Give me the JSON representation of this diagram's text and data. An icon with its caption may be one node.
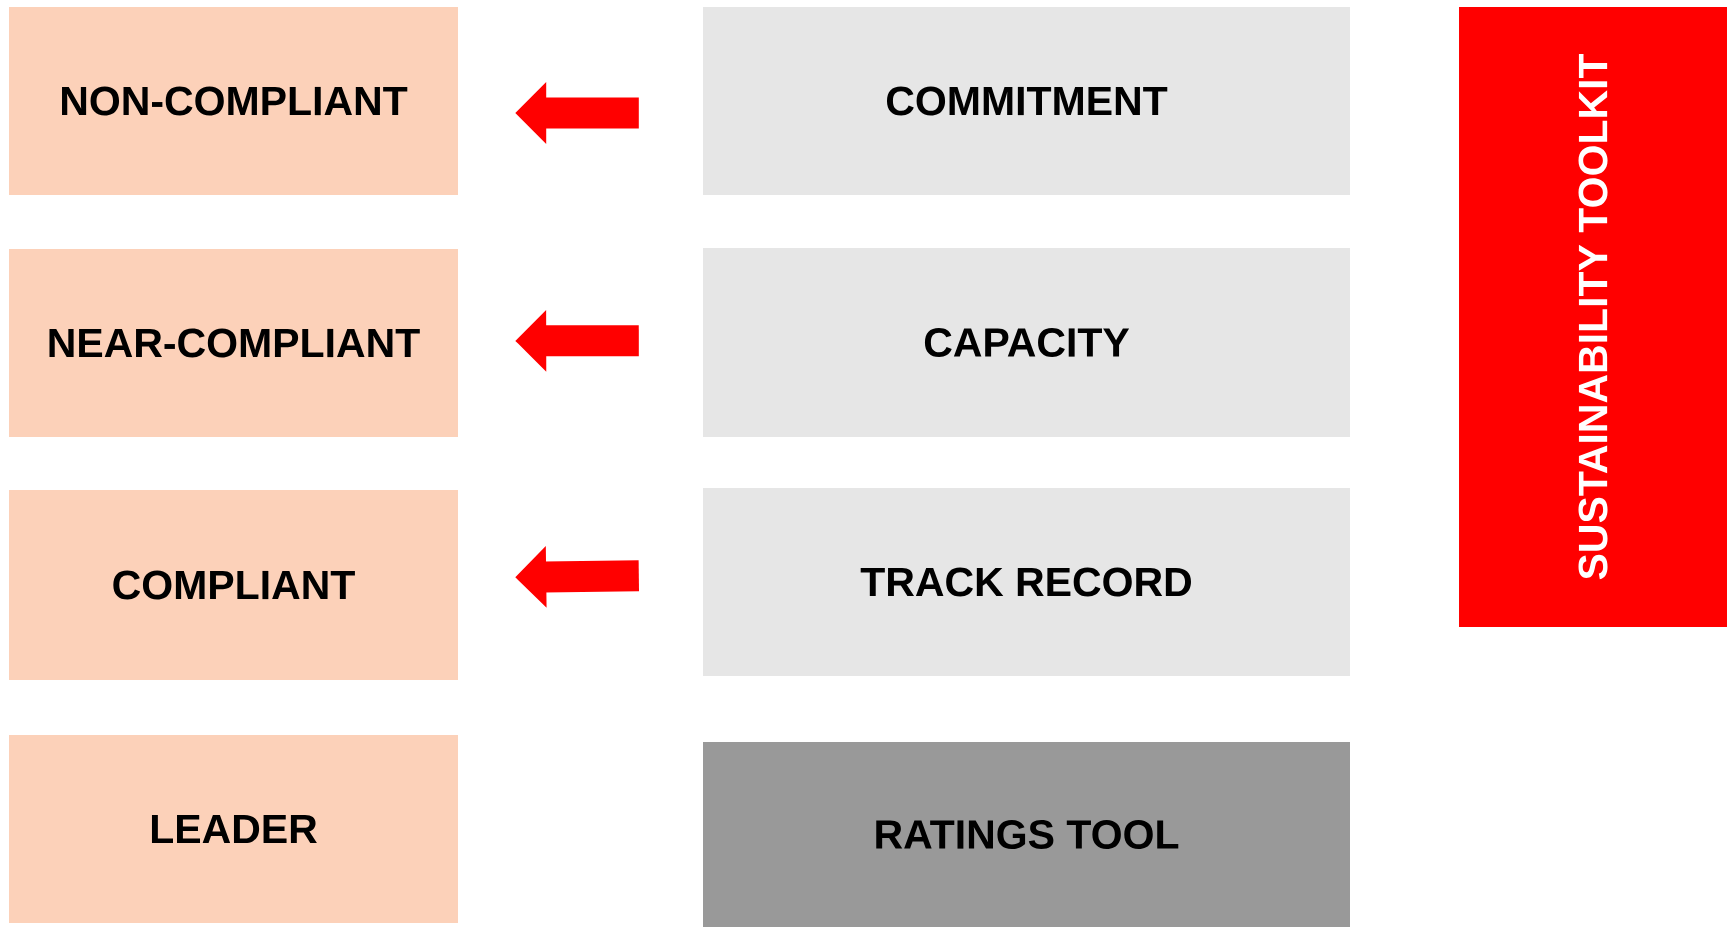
{
  "diagram": {
    "nodes": [
      {
        "text": [
          "NON-COMPLIANT"
        ]
      },
      {
        "text": [
          "NEAR-COMPLIANT"
        ]
      },
      {
        "text": [
          "COMPLIANT"
        ]
      },
      {
        "text": [
          "LEADER"
        ]
      },
      {
        "text": [
          "COMMITMENT"
        ]
      },
      {
        "text": [
          "CAPACITY"
        ]
      },
      {
        "text": [
          "TRACK RECORD"
        ]
      },
      {
        "text": [
          "RATINGS TOOL"
        ]
      },
      {
        "text": [
          "SUSTAINABILITY TOOLKIT"
        ]
      }
    ],
    "edges": [
      {
        "from": 4,
        "to": 0,
        "arrow": "to"
      },
      {
        "from": 5,
        "to": 1,
        "arrow": "to"
      },
      {
        "from": 6,
        "to": 2,
        "arrow": "to"
      }
    ]
  }
}
